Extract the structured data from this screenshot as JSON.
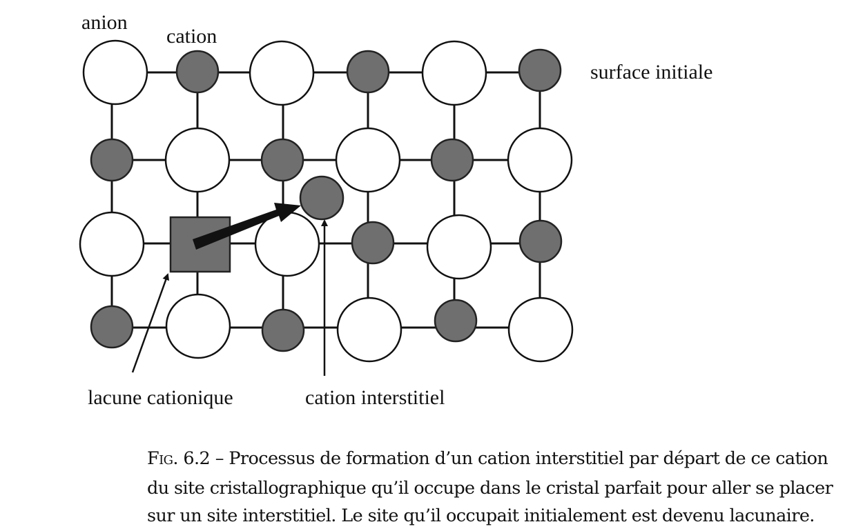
{
  "labels": {
    "anion": "anion",
    "cation": "cation",
    "surface": "surface initiale",
    "vacancy": "lacune cationique",
    "interstitial": "cation interstitiel"
  },
  "caption": {
    "fig_label": "Fig.",
    "fig_number": "6.2",
    "dash": "–",
    "line1": "Processus de formation d’un cation interstitiel par départ de ce cation",
    "line2": "du site cristallographique qu’il occupe dans le cristal parfait pour aller se placer",
    "line3": "sur un site interstitiel. Le site qu’il occupait initialement est devenu lacunaire."
  },
  "colors": {
    "cation": "#6f6f6f",
    "anion": "#ffffff"
  }
}
